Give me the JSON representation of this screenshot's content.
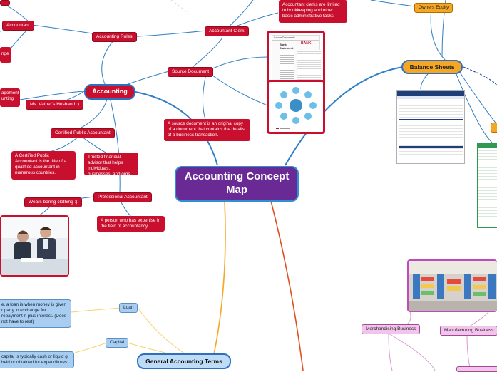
{
  "central": {
    "title": "Accounting Concept Map"
  },
  "accounting": {
    "label": "Accounting",
    "roles": "Accounting Roles",
    "accountant": "Accountant",
    "clerk": "Accountant Clerk",
    "clerk_desc": "Accountant clerks are limited to bookkeeping and other basic administrative tasks.",
    "source_doc": "Source Document",
    "source_doc_desc": "A source document is an original copy of a document that contains the details of a business transaction.",
    "husband": "Ms. Vather's Husband :)",
    "cpa": "Certified Public Accountant",
    "cpa_desc": "A Certified Public Accountant is the title of a qualified accountant in numerous countries.",
    "trusted": "Trusted financial advisor that helps individuals, businesses, and orgs.",
    "professional": "Professional Accountant",
    "clothing": "Wears boring clothing :)",
    "professional_desc": "A person who has expertise in the field of accountancy.",
    "left_partial_1": "nge",
    "left_partial_2": "agement",
    "left_partial_3": "unting"
  },
  "source_doc_image": {
    "title": "Source Documents",
    "heading": "Bank Statement",
    "logo": "BANK"
  },
  "balance": {
    "label": "Balance Sheets",
    "owners_equity": "Owners Equity"
  },
  "terms": {
    "label": "General Accounting Terms",
    "loan": "Loan",
    "loan_desc": "e, a loan is when money is given r party in exchange for repayment n plus interest. (Does not have to rest)",
    "capital": "Capital",
    "capital_desc": "capital is typically cash or liquid g held or obtained for expenditures."
  },
  "business": {
    "merchandising": "Merchandising Business",
    "manufacturing": "Manufacturing Business"
  },
  "colors": {
    "red": "#c8102e",
    "purple": "#6a2a96",
    "orange": "#f5a623",
    "blue": "#a8cdf0",
    "pink": "#f2c4ec"
  }
}
